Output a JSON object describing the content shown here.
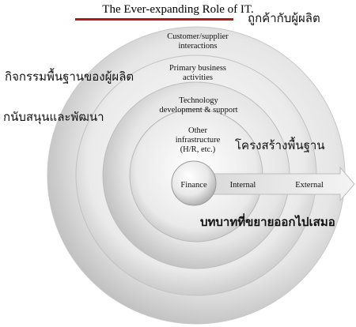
{
  "title": "The Ever-expanding Role of IT.",
  "accent_color": "#b11a1a",
  "rings": [
    {
      "label_line1": "Customer/supplier",
      "label_line2": "interactions"
    },
    {
      "label_line1": "Primary business",
      "label_line2": "activities"
    },
    {
      "label_line1": "Technology",
      "label_line2": "development & support"
    },
    {
      "label_line1": "Other",
      "label_line2": "infrastructure",
      "label_line3": "(H/R, etc.)"
    }
  ],
  "center_label": "Finance",
  "arrow": {
    "internal": "Internal",
    "external": "External"
  },
  "thai_labels": {
    "customer_supplier": "ถูกค้ากับผู้ผลิต",
    "primary_activities": "กิจกรรมพื้นฐานของผู้ผลิต",
    "support_development": "กนับสนุนและพัฒนา",
    "infrastructure": "โครงสร้างพื้นฐาน",
    "expanding_role": "บทบาทที่ขยายออกไปเสมอ"
  }
}
